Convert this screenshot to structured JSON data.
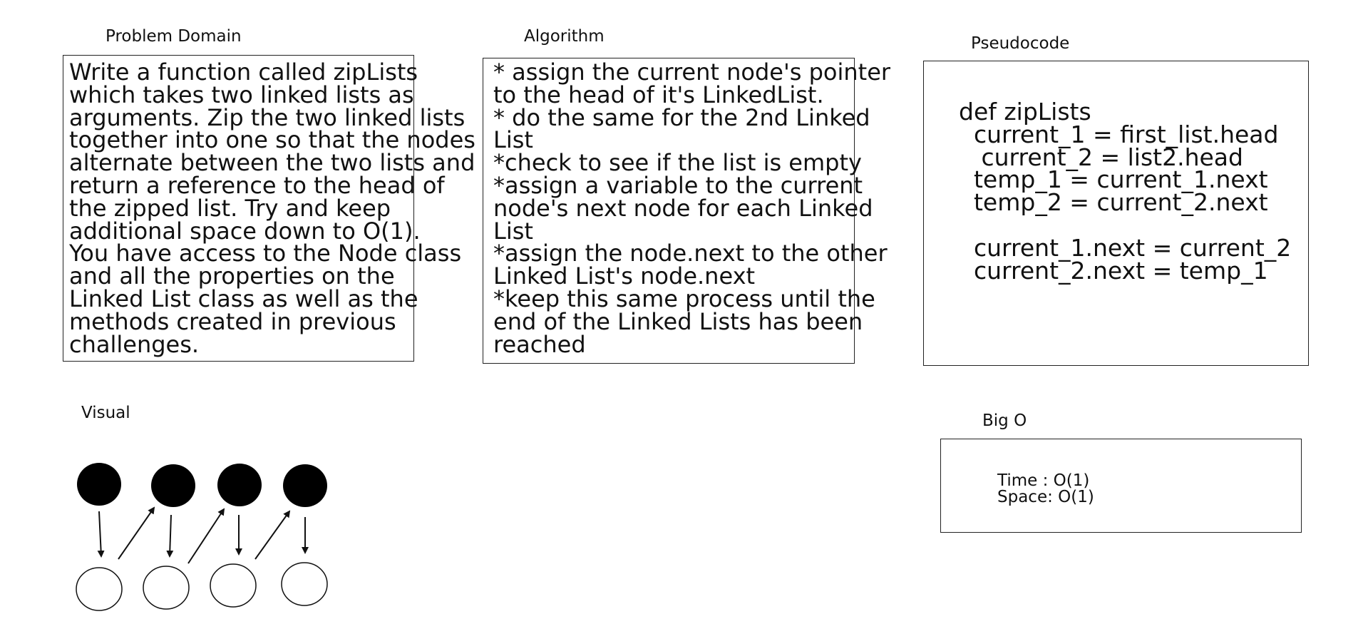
{
  "labels": {
    "problem_domain": "Problem Domain",
    "algorithm": "Algorithm",
    "pseudocode": "Pseudocode",
    "visual": "Visual",
    "big_o": "Big O"
  },
  "problem_domain_text": "Write a function called zipLists\nwhich takes two linked lists as\narguments. Zip the two linked lists\ntogether into one so that the nodes\nalternate between the two lists and\nreturn a reference to the head of\nthe zipped list. Try and keep\nadditional space down to O(1).\nYou have access to the Node class\nand all the properties on the\nLinked List class as well as the\nmethods created in previous\nchallenges.",
  "algorithm_text": "* assign the current node's pointer\nto the head of it's LinkedList.\n* do the same for the 2nd Linked\nList\n*check to see if the list is empty\n*assign a variable to the current\nnode's next node for each Linked\nList\n*assign the node.next to the other\nLinked List's node.next\n*keep this same process until the\nend of the Linked Lists has been\nreached",
  "pseudocode_text": "def zipLists\n  current_1 = first_list.head\n   current_2 = list2.head\n  temp_1 = current_1.next\n  temp_2 = current_2.next\n\n  current_1.next = current_2\n  current_2.next = temp_1",
  "big_o_text": "Time : O(1)\nSpace: O(1)",
  "visual": {
    "top_nodes": 4,
    "bottom_nodes": 4,
    "top_fill": "#000000",
    "bottom_fill": "#ffffff"
  }
}
